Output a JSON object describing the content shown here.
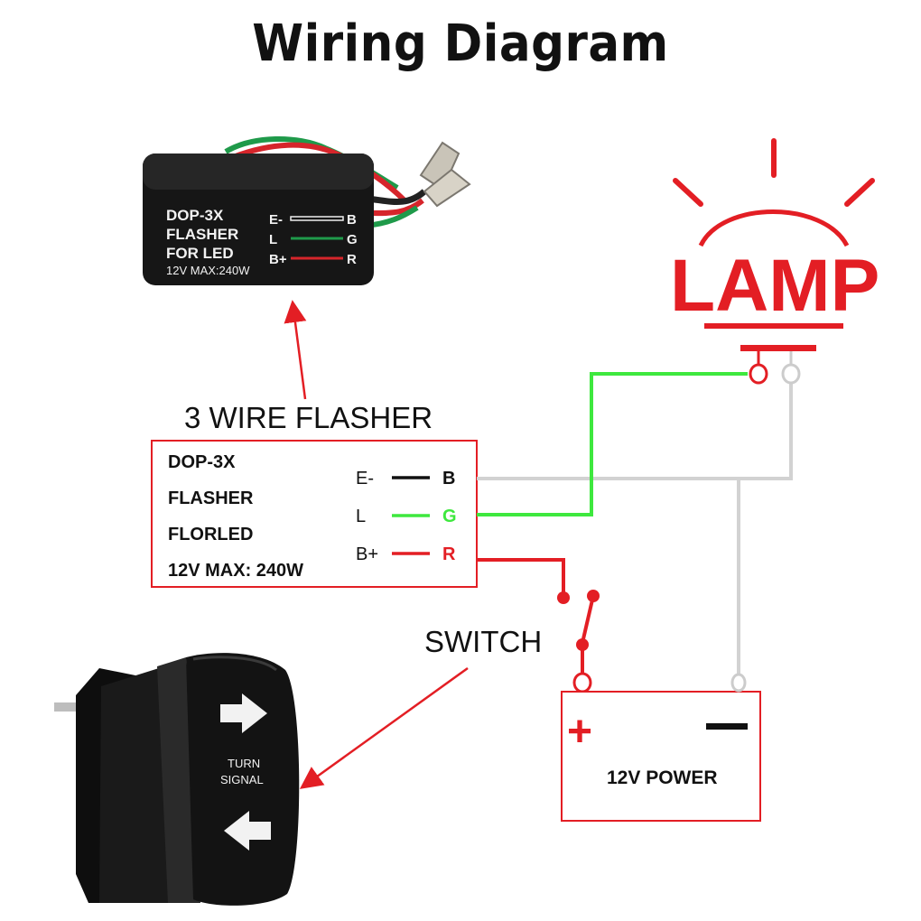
{
  "title": "Wiring Diagram",
  "flasher_product": {
    "line1": "DOP-3X",
    "line2": "FLASHER",
    "line3": "FOR LED",
    "rating": "12V MAX:240W",
    "pins": [
      {
        "left": "E-",
        "right": "B"
      },
      {
        "left": "L",
        "right": "G"
      },
      {
        "left": "B+",
        "right": "R"
      }
    ]
  },
  "flasher_caption": "3 WIRE FLASHER",
  "flasher_box": {
    "line1": "DOP-3X",
    "line2": "FLASHER",
    "line3": "FLORLED",
    "rating": "12V MAX: 240W",
    "pins": [
      {
        "left": "E-",
        "right": "B"
      },
      {
        "left": "L",
        "right": "G"
      },
      {
        "left": "B+",
        "right": "R"
      }
    ]
  },
  "lamp": {
    "label": "LAMP"
  },
  "switch": {
    "label": "SWITCH"
  },
  "rocker_switch": {
    "line1": "TURN",
    "line2": "SIGNAL"
  },
  "battery": {
    "plus": "+",
    "minus": "−",
    "label": "12V POWER"
  },
  "colors": {
    "red": "#e31e24",
    "green": "#3ee83e",
    "gray": "#d2d2d2",
    "black": "#111111"
  }
}
